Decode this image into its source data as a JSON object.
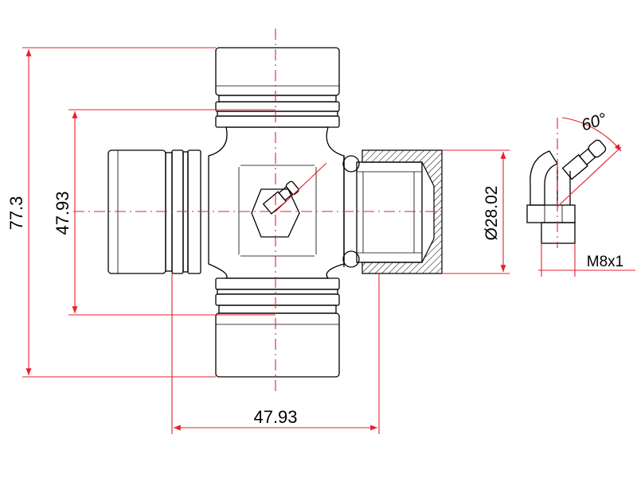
{
  "dimensions": {
    "overall_height": "77.3",
    "cross_height": "47.93",
    "cross_width": "47.93",
    "cup_diameter": "Ø28.02",
    "thread": "M8x1",
    "fitting_angle": "60°"
  },
  "colors": {
    "outline": "#000000",
    "dimension_lines": "#e5212b",
    "background": "#ffffff"
  }
}
